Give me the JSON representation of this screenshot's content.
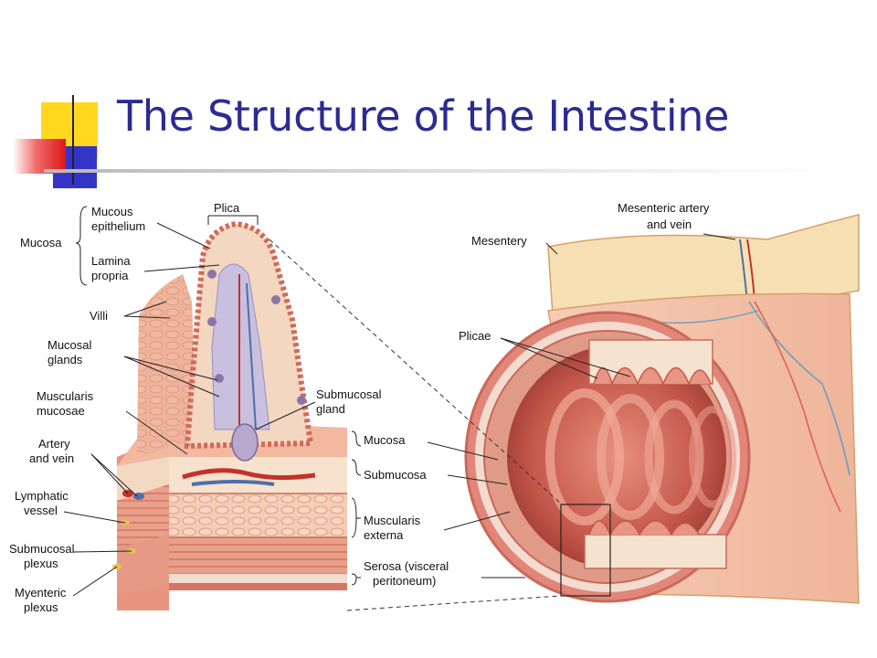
{
  "title": "The Structure of the Intestine",
  "labels": {
    "plica": "Plica",
    "mucous_epithelium_1": "Mucous",
    "mucous_epithelium_2": "epithelium",
    "mucosa_bracket": "Mucosa",
    "lamina_propria_1": "Lamina",
    "lamina_propria_2": "propria",
    "villi": "Villi",
    "mucosal_glands_1": "Mucosal",
    "mucosal_glands_2": "glands",
    "muscularis_mucosae_1": "Muscularis",
    "muscularis_mucosae_2": "mucosae",
    "artery_vein_1": "Artery",
    "artery_vein_2": "and vein",
    "lymphatic_1": "Lymphatic",
    "lymphatic_2": "vessel",
    "submucosal_plexus_1": "Submucosal",
    "submucosal_plexus_2": "plexus",
    "myenteric_1": "Myenteric",
    "myenteric_2": "plexus",
    "submucosal_gland_1": "Submucosal",
    "submucosal_gland_2": "gland",
    "layer_mucosa": "Mucosa",
    "layer_submucosa": "Submucosa",
    "muscularis_externa_1": "Muscularis",
    "muscularis_externa_2": "externa",
    "serosa_1": "Serosa (visceral",
    "serosa_2": "peritoneum)",
    "mesentery": "Mesentery",
    "mesenteric_1": "Mesenteric artery",
    "mesenteric_2": "and vein",
    "plicae": "Plicae"
  }
}
